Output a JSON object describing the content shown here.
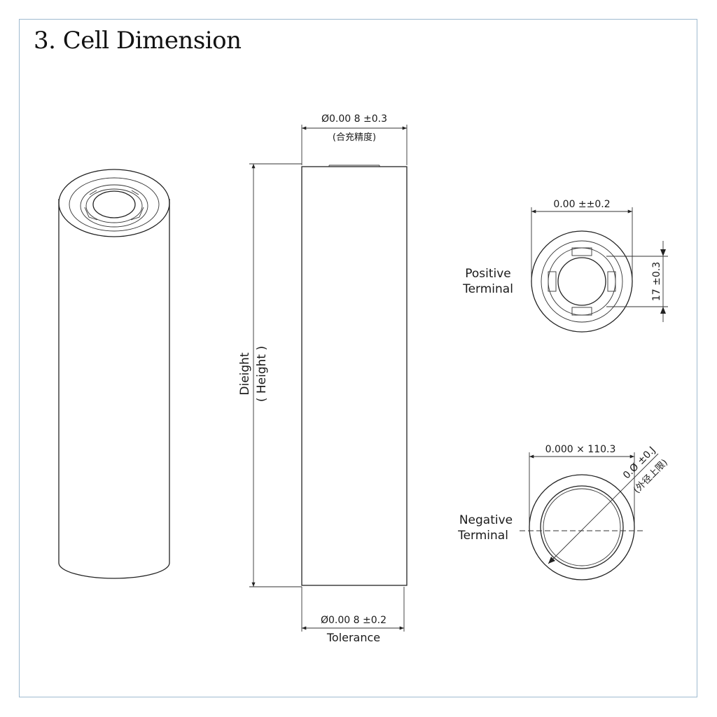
{
  "page": {
    "title": "3. Cell Dimension"
  },
  "side_view": {
    "top_dimension": "Ø0.00 8  ±0.3",
    "top_note": "(合充精度)",
    "height_label_1": "Dieight",
    "height_label_2": "( Height )",
    "bottom_dimension": "Ø0.00 8  ±0.2",
    "bottom_note": "Tolerance"
  },
  "positive_terminal": {
    "label_line1": "Positive",
    "label_line2": "Terminal",
    "width_dimension": "0.00 ±±0.2",
    "height_dimension": "17  ±0.3"
  },
  "negative_terminal": {
    "label_line1": "Negative",
    "label_line2": "Terminal",
    "width_dimension": "0.000 × 110.3",
    "diagonal_dimension": "0.Ø  ±0.J",
    "diagonal_note": "(外径上限)"
  },
  "colors": {
    "frame_border": "#9fbad0",
    "line": "#222222"
  }
}
